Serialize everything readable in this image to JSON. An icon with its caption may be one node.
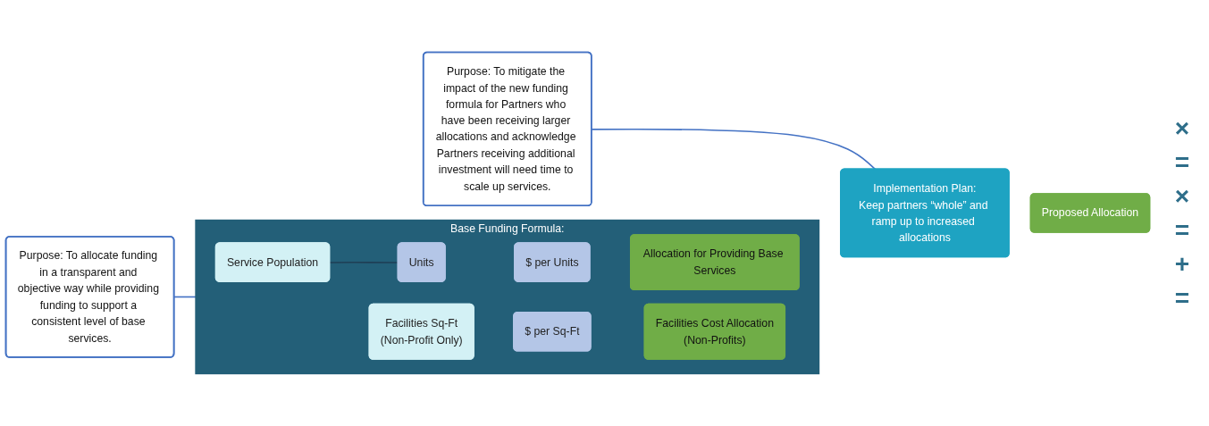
{
  "diagram": {
    "nodes": [
      {
        "text": [
          "Base Funding Formula:"
        ]
      },
      {
        "text": [
          "Service Population"
        ],
        "in": 0
      },
      {
        "text": [
          "Units"
        ],
        "in": 0
      },
      {
        "text": [
          "$ per Units"
        ],
        "in": 0
      },
      {
        "text": [
          "Allocation for Providing Base Services"
        ],
        "in": 0
      },
      {
        "text": [
          "Facilities Sq-Ft",
          "(Non-Profit Only)"
        ],
        "in": 0
      },
      {
        "text": [
          "$ per Sq-Ft"
        ],
        "in": 0
      },
      {
        "text": [
          "Facilities Cost Allocation",
          "(Non-Profits)"
        ],
        "in": 0
      },
      {
        "text": [
          "Implementation Plan:",
          "Keep partners “whole” and ramp up to increased allocations"
        ]
      },
      {
        "text": [
          "Proposed Allocation"
        ]
      },
      {
        "text": [
          "Purpose: To allocate funding in a transparent and objective way while providing funding to support a consistent level of base services."
        ]
      },
      {
        "text": [
          "Purpose: To mitigate the impact of the new funding formula for Partners who have been receiving larger allocations and acknowledge Partners receiving additional investment will need time to scale up services."
        ]
      }
    ],
    "edges": [
      {
        "from": 1,
        "to": 2,
        "arrow": "none",
        "color": "#1f3f55"
      },
      {
        "from": 10,
        "to": 0,
        "arrow": "none"
      },
      {
        "from": 11,
        "to": 8,
        "arrow": "none"
      }
    ],
    "labels": [
      "×",
      "=",
      "×",
      "=",
      "+",
      "="
    ]
  }
}
